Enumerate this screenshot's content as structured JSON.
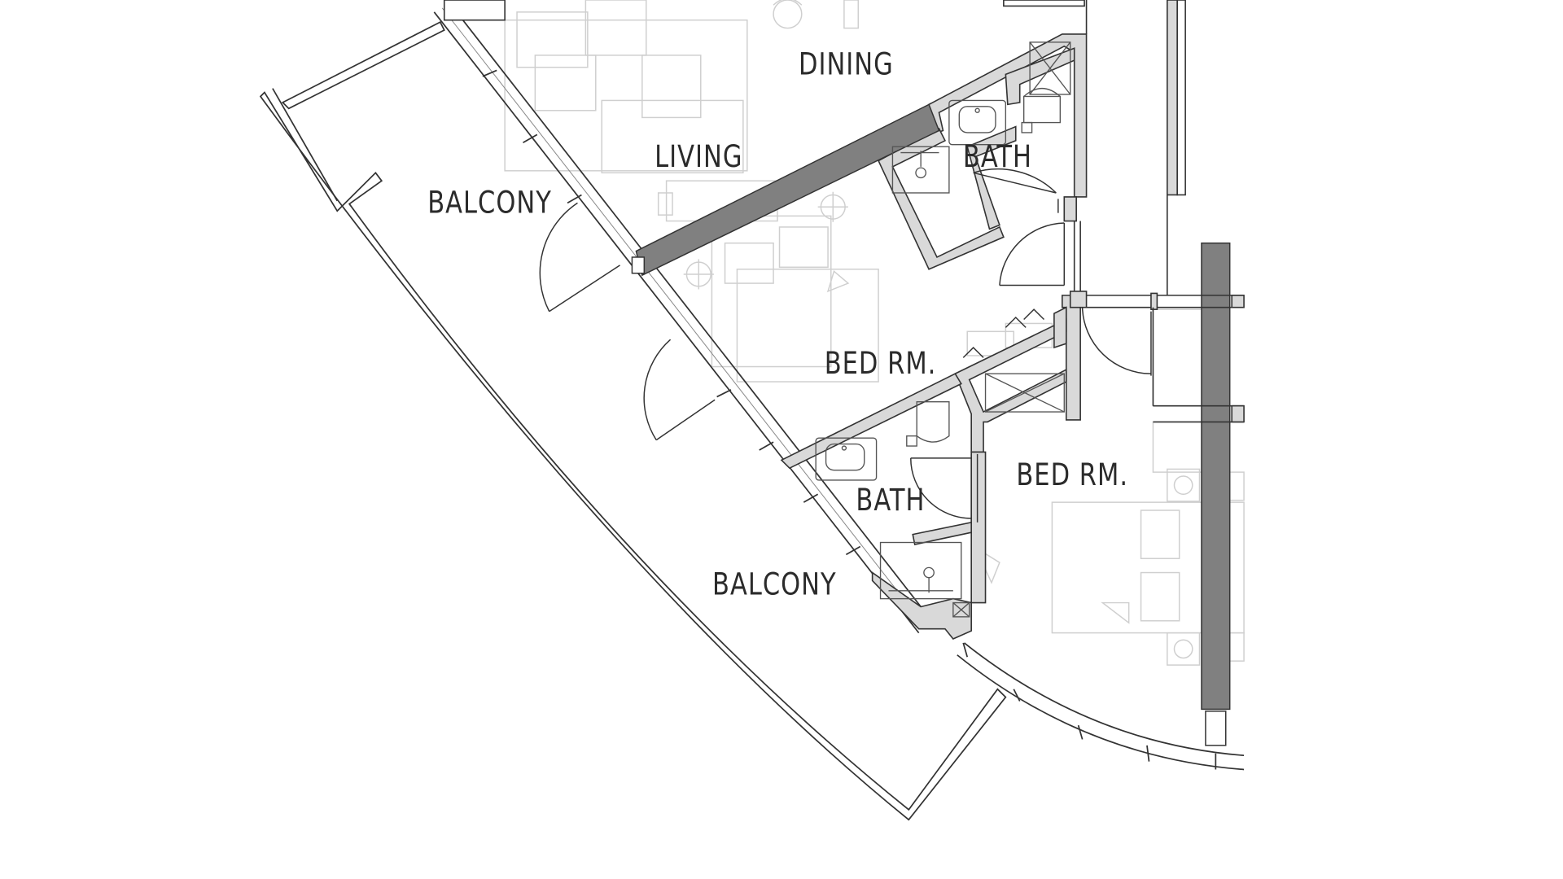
{
  "rooms": {
    "dining": "DINING",
    "living": "LIVING",
    "bath_upper": "BATH",
    "balcony_upper": "BALCONY",
    "bedroom_upper": "BED RM.",
    "bath_lower": "BATH",
    "bedroom_lower": "BED RM.",
    "balcony_lower": "BALCONY"
  },
  "colors": {
    "line": "#333333",
    "wall_fill": "#d9d9d9",
    "wall_dark": "#808080",
    "furniture": "#cfcfcf",
    "background": "#ffffff"
  }
}
